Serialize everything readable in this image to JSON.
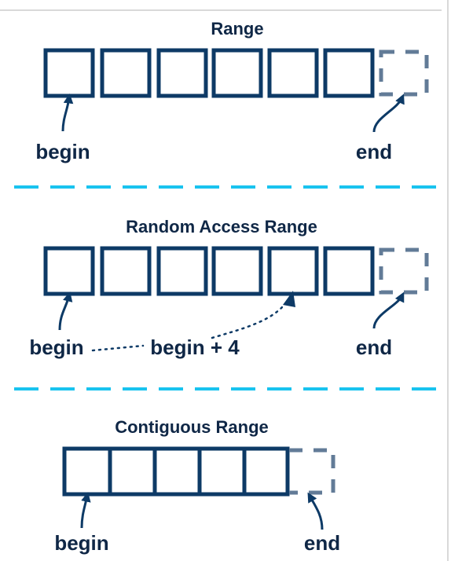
{
  "colors": {
    "box_stroke": "#0d3a66",
    "end_stroke": "#627b97",
    "divider": "#19c3ef",
    "text": "#0f2746",
    "frame": "#d9d9d9"
  },
  "sections": {
    "range": {
      "title": "Range",
      "begin_label": "begin",
      "end_label": "end"
    },
    "random_access": {
      "title": "Random Access Range",
      "begin_label": "begin",
      "offset_label": "begin + 4",
      "end_label": "end"
    },
    "contiguous": {
      "title": "Contiguous Range",
      "begin_label": "begin",
      "end_label": "end"
    }
  }
}
